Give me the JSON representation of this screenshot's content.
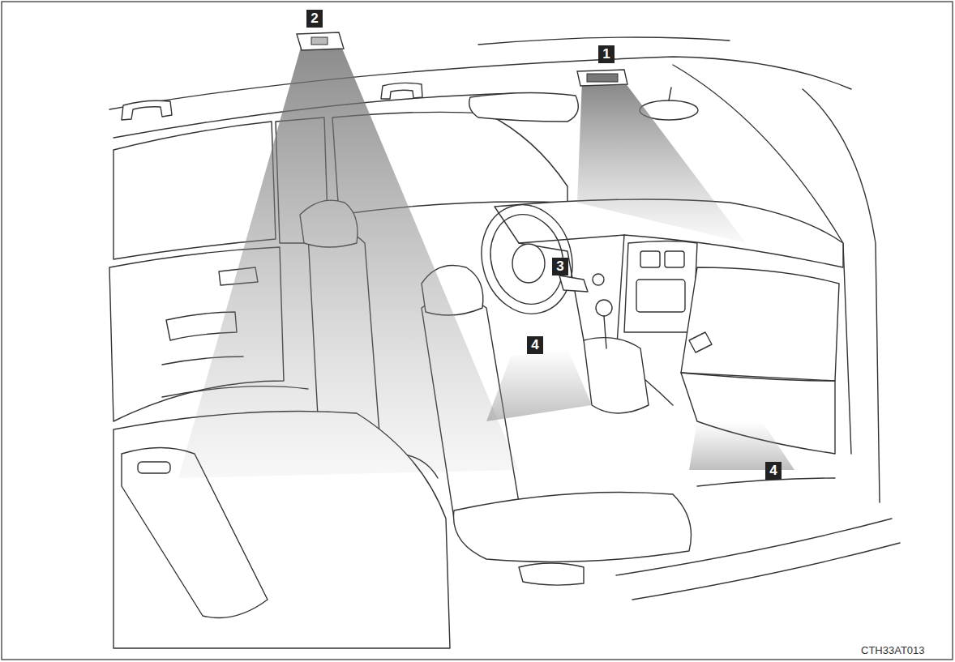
{
  "diagram": {
    "labels": [
      "1",
      "2",
      "3",
      "4",
      "4",
      "CTH33AT013"
    ]
  }
}
